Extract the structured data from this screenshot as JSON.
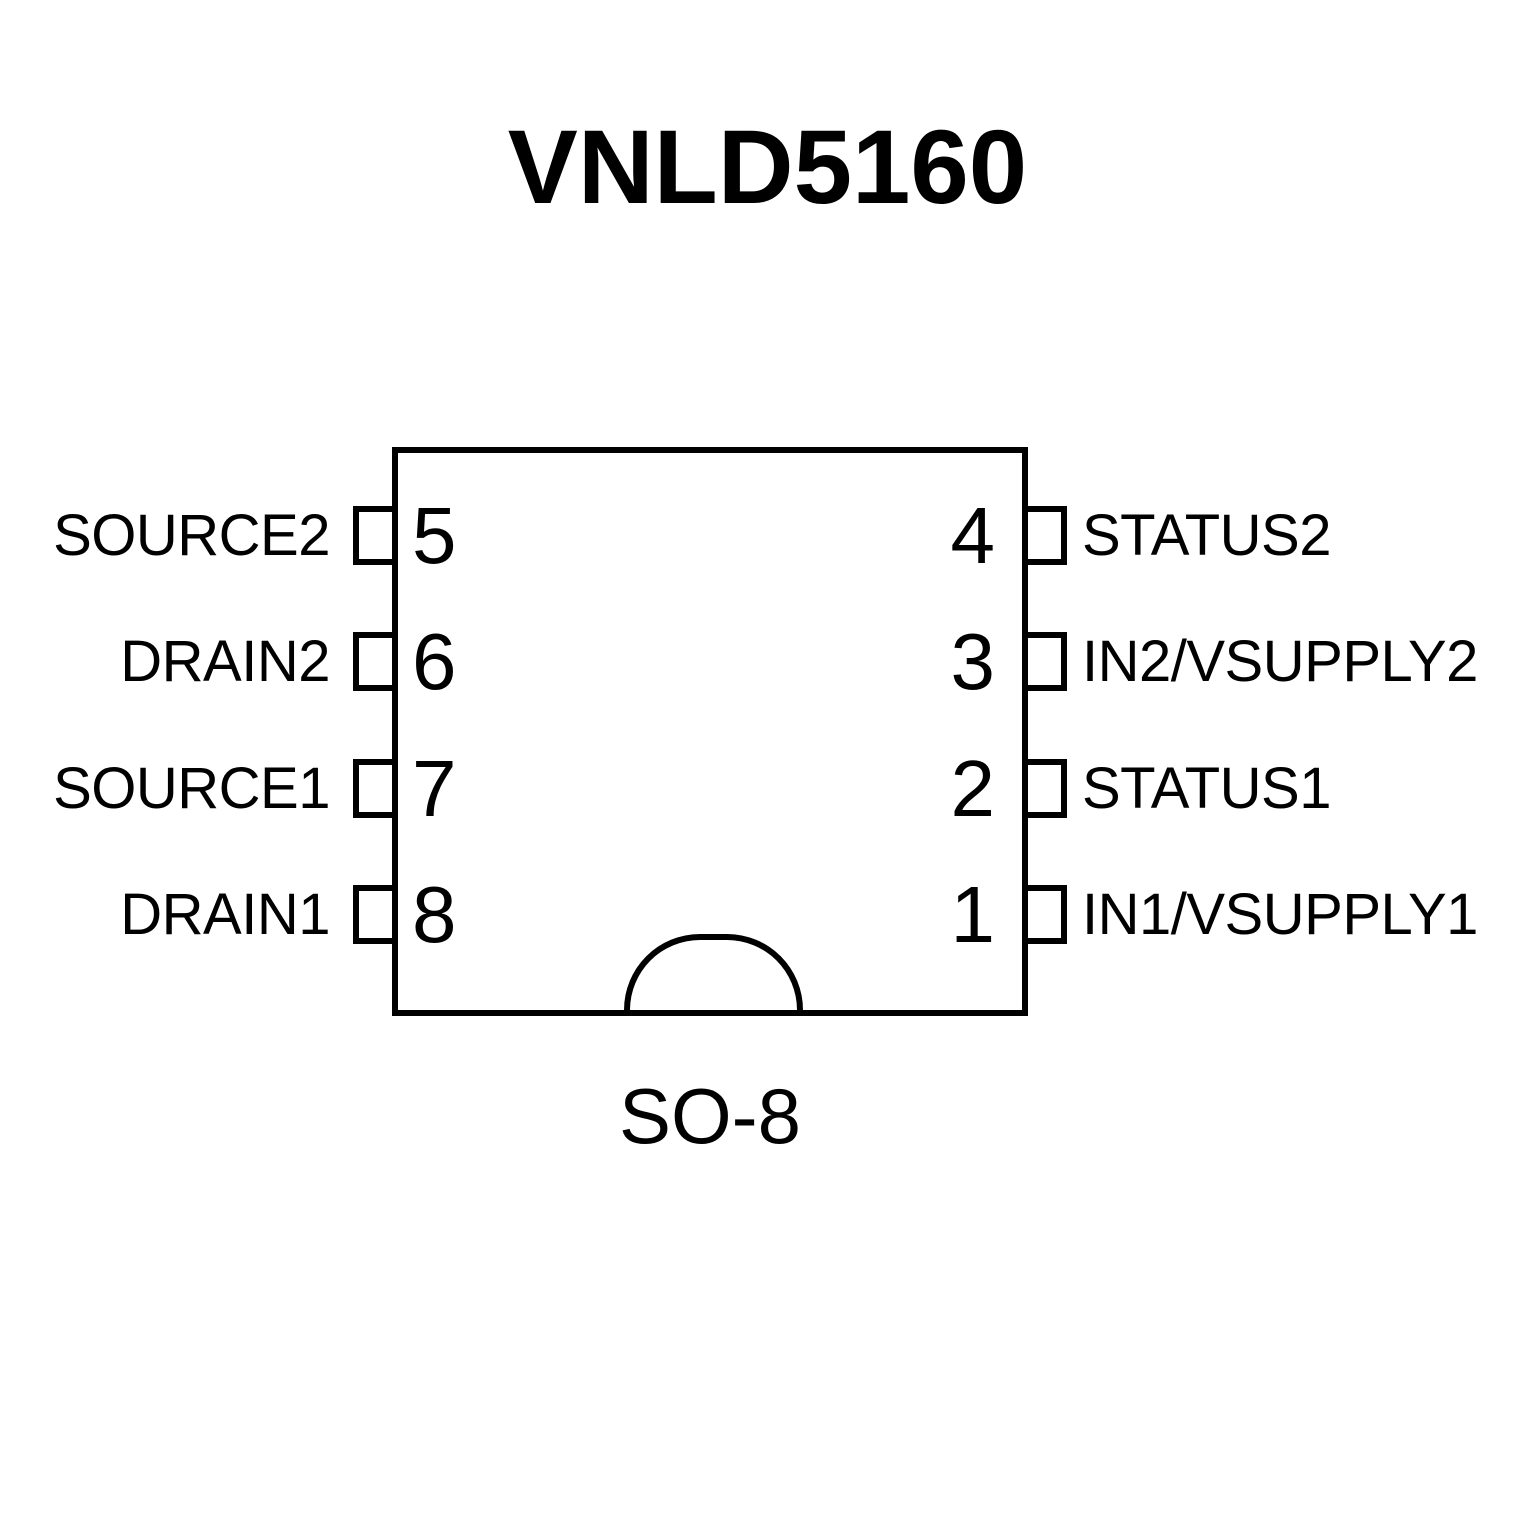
{
  "title": "VNLD5160",
  "package": "SO-8",
  "colors": {
    "ink": "#000000",
    "background": "#ffffff"
  },
  "pins": {
    "left": [
      {
        "number": "5",
        "label": "SOURCE2"
      },
      {
        "number": "6",
        "label": "DRAIN2"
      },
      {
        "number": "7",
        "label": "SOURCE1"
      },
      {
        "number": "8",
        "label": "DRAIN1"
      }
    ],
    "right": [
      {
        "number": "4",
        "label": "STATUS2"
      },
      {
        "number": "3",
        "label": "IN2/VSUPPLY2"
      },
      {
        "number": "2",
        "label": "STATUS1"
      },
      {
        "number": "1",
        "label": "IN1/VSUPPLY1"
      }
    ]
  }
}
